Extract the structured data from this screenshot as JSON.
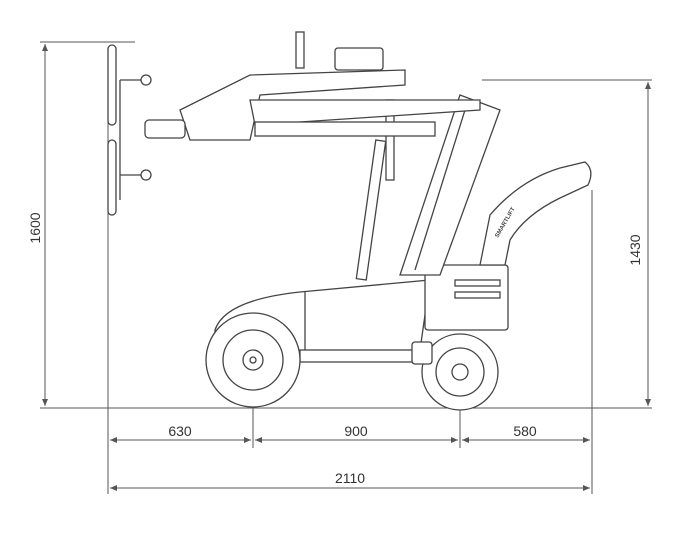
{
  "dimensions": {
    "total_height": "1600",
    "rear_height": "1430",
    "front_overhang": "630",
    "wheelbase": "900",
    "rear_overhang": "580",
    "total_length": "2110"
  },
  "machine": {
    "brand": "SMARTLIFT"
  }
}
